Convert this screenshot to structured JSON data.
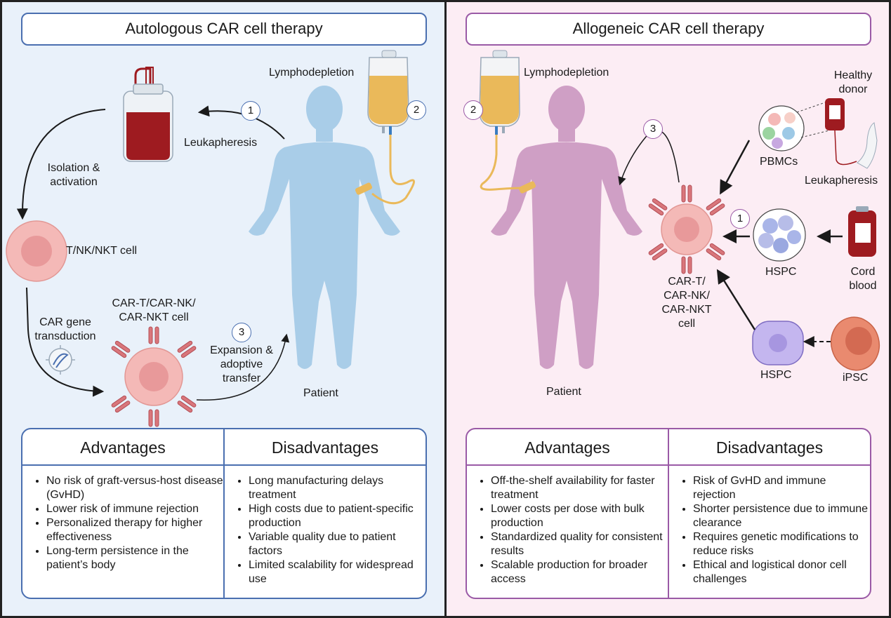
{
  "autologous": {
    "title": "Autologous CAR cell therapy",
    "labels": {
      "lymphodepletion": "Lymphodepletion",
      "leukapheresis": "Leukapheresis",
      "isolation": "Isolation & activation",
      "cell": "T/NK/NKT cell",
      "transduction": "CAR gene transduction",
      "car_cell": "CAR-T/CAR-NK/ CAR-NKT cell",
      "expansion": "Expansion & adoptive transfer",
      "patient": "Patient"
    },
    "steps": [
      "1",
      "2",
      "3"
    ],
    "advantages_header": "Advantages",
    "advantages": [
      "No risk of graft-versus-host disease (GvHD)",
      "Lower risk of immune rejection",
      "Personalized therapy for higher effectiveness",
      "Long-term persistence in the patient’s body"
    ],
    "disadvantages_header": "Disadvantages",
    "disadvantages": [
      "Long manufacturing delays treatment",
      "High costs due to patient-specific production",
      "Variable quality due to patient factors",
      "Limited scalability for widespread use"
    ]
  },
  "allogeneic": {
    "title": "Allogeneic CAR cell therapy",
    "labels": {
      "lymphodepletion": "Lymphodepletion",
      "healthy_donor": "Healthy donor",
      "pbmcs": "PBMCs",
      "leukapheresis": "Leukapheresis",
      "hspc1": "HSPC",
      "cord_blood": "Cord blood",
      "car_cell": "CAR-T/ CAR-NK/ CAR-NKT cell",
      "hspc2": "HSPC",
      "ipsc": "iPSC",
      "patient": "Patient"
    },
    "steps": [
      "1",
      "2",
      "3"
    ],
    "advantages_header": "Advantages",
    "advantages": [
      "Off-the-shelf availability for faster treatment",
      "Lower costs per dose with bulk production",
      "Standardized quality for consistent results",
      "Scalable production for broader access"
    ],
    "disadvantages_header": "Disadvantages",
    "disadvantages": [
      "Risk of GvHD and immune rejection",
      "Shorter persistence due to immune clearance",
      "Requires genetic modifications to reduce risks",
      "Ethical and logistical donor cell challenges"
    ]
  },
  "colors": {
    "left_bg": "#e9f1fa",
    "right_bg": "#fcedf4",
    "blue_border": "#4a6fb0",
    "pink_border": "#9a5aa6",
    "patient_blue": "#a9cde8",
    "patient_pink": "#cf9fc5",
    "cell_pink": "#f4b9b7",
    "blood_red": "#9e1b20"
  }
}
